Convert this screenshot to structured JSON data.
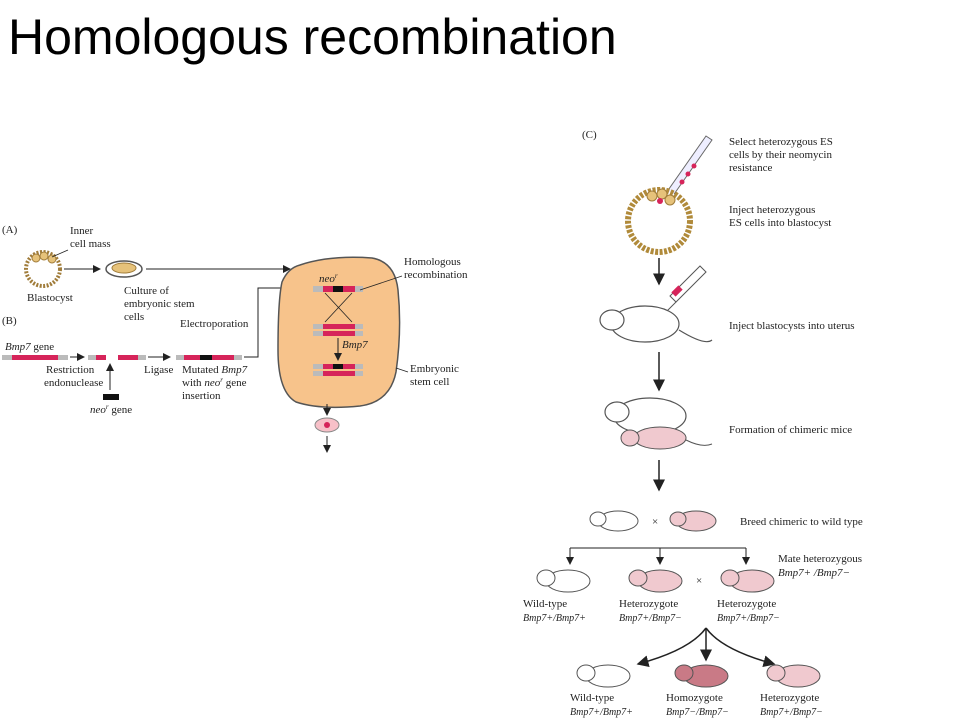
{
  "slide": {
    "title": "Homologous recombination"
  },
  "colors": {
    "cell_fill": "#f7c38b",
    "gene_red": "#d6245a",
    "mouse_pink": "#f0c9cf",
    "homo_mouse": "#c97a86"
  },
  "panel_a": {
    "tag": "(A)",
    "inner_cell_mass": [
      "Inner",
      "cell mass"
    ],
    "blastocyst": "Blastocyst",
    "culture": [
      "Culture of",
      "embryonic stem",
      "cells"
    ]
  },
  "panel_b": {
    "tag": "(B)",
    "gene": "Bmp7",
    "gene_suffix": " gene",
    "restriction": [
      "Restriction",
      "endonuclease"
    ],
    "ligase": "Ligase",
    "mutated": [
      "Mutated ",
      "Bmp7"
    ],
    "with_neo": [
      "with ",
      "neo",
      "r",
      " gene"
    ],
    "insertion": "insertion",
    "neo_gene": [
      "neo",
      "r",
      " gene"
    ],
    "electroporation": "Electroporation",
    "homologous": [
      "Homologous",
      "recombination"
    ],
    "neo_label": [
      "neo",
      "r"
    ],
    "bmp7_label": "Bmp7",
    "embryonic": [
      "Embryonic",
      "stem cell"
    ]
  },
  "panel_c": {
    "tag": "(C)",
    "step1": [
      "Select heterozygous ES",
      "cells by their neomycin",
      "resistance"
    ],
    "step2": [
      "Inject heterozygous",
      "ES cells into blastocyst"
    ],
    "step3": "Inject blastocysts into uterus",
    "step4": "Formation of chimeric mice",
    "step5": "Breed chimeric to wild type",
    "cross_symbol": "×",
    "mate": "Mate heterozygous",
    "mate_geno": "Bmp7+ /Bmp7−",
    "gen1": [
      {
        "label": "Wild-type",
        "geno": "Bmp7+/Bmp7+"
      },
      {
        "label": "Heterozygote",
        "geno": "Bmp7+/Bmp7−"
      },
      {
        "label": "Heterozygote",
        "geno": "Bmp7+/Bmp7−"
      }
    ],
    "gen2": [
      {
        "label": "Wild-type",
        "geno": "Bmp7+/Bmp7+"
      },
      {
        "label": "Homozygote",
        "geno": "Bmp7−/Bmp7−"
      },
      {
        "label": "Heterozygote",
        "geno": "Bmp7+/Bmp7−"
      }
    ]
  }
}
